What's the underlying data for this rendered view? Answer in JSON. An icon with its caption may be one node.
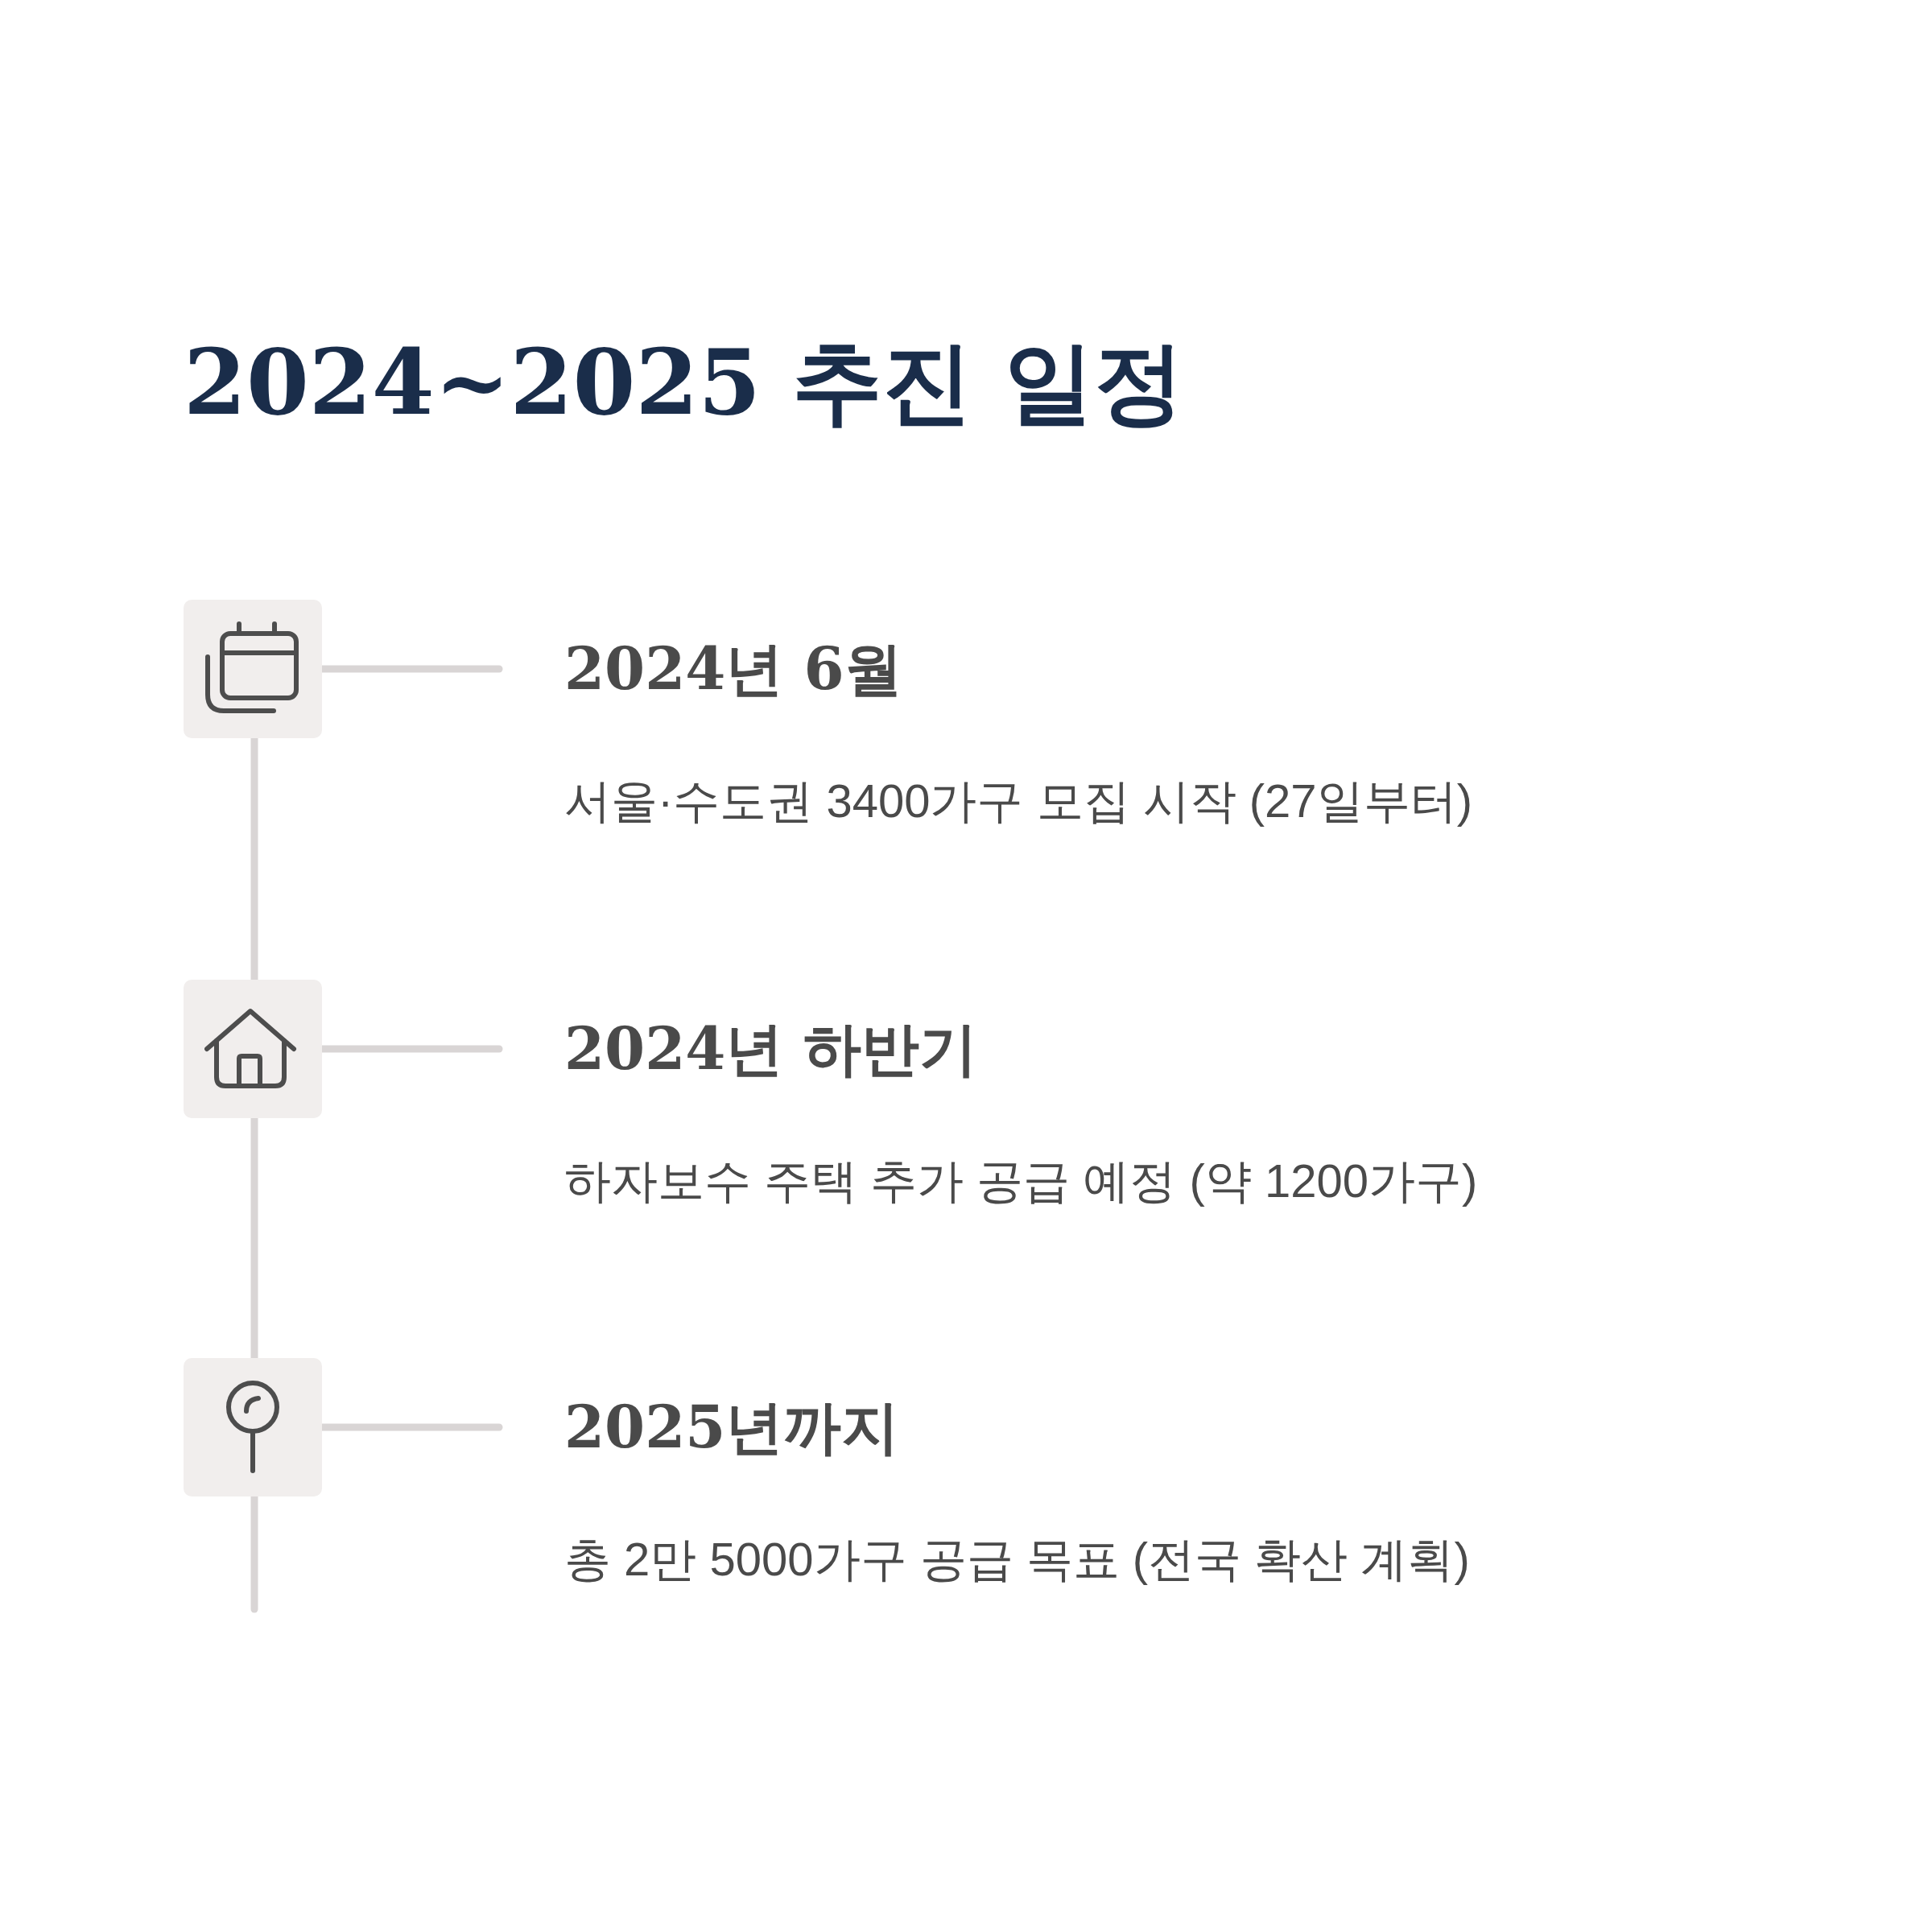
{
  "diagram": {
    "title": "2024~2025 추진 일정",
    "nodes": [
      {
        "text": [],
        "shape": "box"
      },
      {
        "text": [
          "2024년 6월",
          "서울·수도권 3400가구 모집 시작 (27일부터)"
        ]
      },
      {
        "text": [],
        "shape": "box"
      },
      {
        "text": [
          "2024년 하반기",
          "하자보수 주택 추가 공급 예정 (약 1200가구)"
        ]
      },
      {
        "text": [],
        "shape": "box"
      },
      {
        "text": [
          "2025년까지",
          "총 2만 5000가구 공급 목표 (전국 확산 계획)"
        ]
      }
    ],
    "edges": [
      {
        "from": 0,
        "to": 1,
        "arrow": "none"
      },
      {
        "from": 0,
        "to": 2,
        "arrow": "none"
      },
      {
        "from": 2,
        "to": 3,
        "arrow": "none"
      },
      {
        "from": 2,
        "to": 4,
        "arrow": "none"
      },
      {
        "from": 4,
        "to": 5,
        "arrow": "none"
      },
      {
        "from": 4,
        "to": null,
        "arrow": "none"
      }
    ]
  }
}
